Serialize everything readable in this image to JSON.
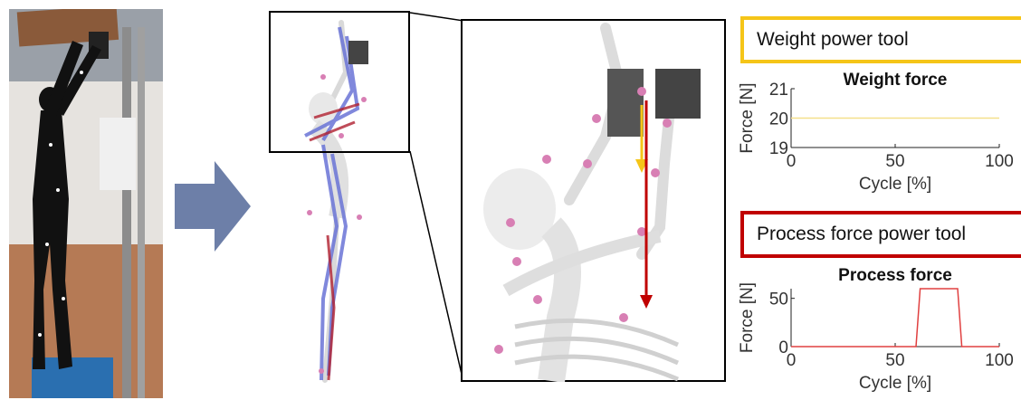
{
  "colors": {
    "weight_accent": "#f5c518",
    "process_accent": "#c00000",
    "arrow_fill": "#6d7fa8",
    "muscle_blue": "#6a74d6",
    "muscle_red": "#b02030",
    "marker_pink": "#d87fb4",
    "suit_black": "#111111",
    "bone": "#e8e8e8"
  },
  "labels": {
    "weight_box": "Weight power tool",
    "process_box": "Process force power tool"
  },
  "chart_data": [
    {
      "type": "line",
      "title": "Weight force",
      "xlabel": "Cycle [%]",
      "ylabel": "Force [N]",
      "xlim": [
        0,
        100
      ],
      "ylim": [
        19,
        21
      ],
      "xticks": [
        0,
        50,
        100
      ],
      "yticks": [
        19,
        20,
        21
      ],
      "color": "#f5e08a",
      "x": [
        0,
        100
      ],
      "y": [
        20,
        20
      ]
    },
    {
      "type": "line",
      "title": "Process force",
      "xlabel": "Cycle [%]",
      "ylabel": "Force [N]",
      "xlim": [
        0,
        100
      ],
      "ylim": [
        0,
        60
      ],
      "xticks": [
        0,
        50,
        100
      ],
      "yticks": [
        0,
        50
      ],
      "color": "#e04040",
      "x": [
        0,
        60,
        62,
        80,
        82,
        100
      ],
      "y": [
        0,
        0,
        60,
        60,
        0,
        0
      ]
    }
  ]
}
